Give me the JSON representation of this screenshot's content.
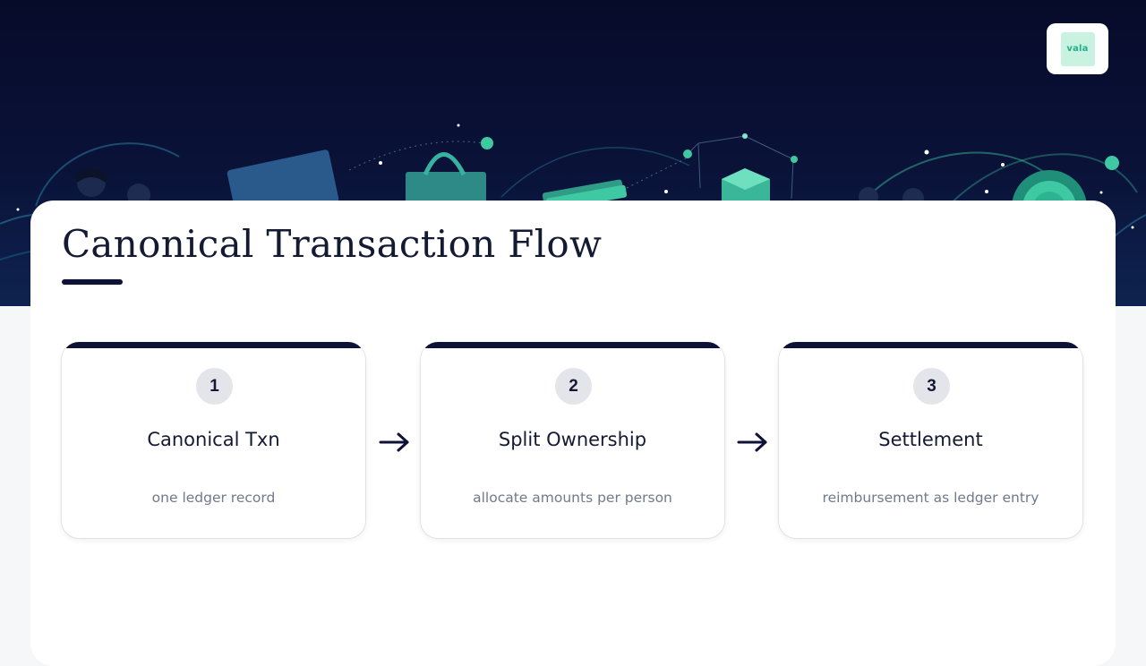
{
  "logo": {
    "text": "vala"
  },
  "slide": {
    "title": "Canonical Transaction Flow"
  },
  "steps": [
    {
      "number": "1",
      "title": "Canonical Txn",
      "subtitle": "one ledger record"
    },
    {
      "number": "2",
      "title": "Split Ownership",
      "subtitle": "allocate amounts per person"
    },
    {
      "number": "3",
      "title": "Settlement",
      "subtitle": "reimbursement as ledger entry"
    }
  ],
  "colors": {
    "navy": "#0d1236",
    "accent_teal": "#3fc9a3",
    "text_dark": "#151a33",
    "text_muted": "#6f7a8c",
    "step_circle": "#e3e5ea"
  },
  "icons": [
    "arrow-right-icon"
  ]
}
